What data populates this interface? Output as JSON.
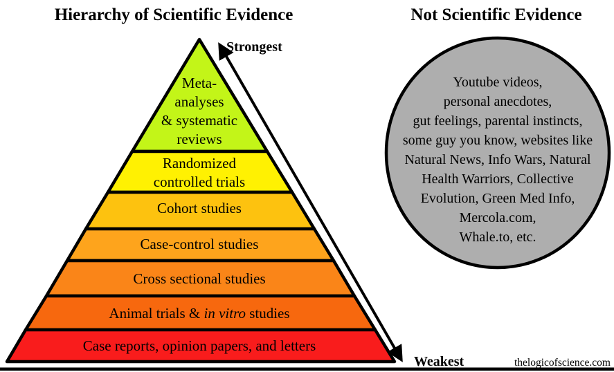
{
  "titles": {
    "left": "Hierarchy of Scientific Evidence",
    "right": "Not Scientific Evidence"
  },
  "arrow": {
    "top_label": "Strongest",
    "bottom_label": "Weakest"
  },
  "pyramid": {
    "levels": [
      {
        "name": "meta-analyses-systematic-reviews",
        "color": "#c3f518",
        "lines": [
          "Meta-",
          "analyses",
          "& systematic",
          "reviews"
        ]
      },
      {
        "name": "randomized-controlled-trials",
        "color": "#fff102",
        "lines": [
          "Randomized",
          "controlled trials"
        ]
      },
      {
        "name": "cohort-studies",
        "color": "#fdc20f",
        "lines": [
          "Cohort studies"
        ]
      },
      {
        "name": "case-control-studies",
        "color": "#fea41c",
        "lines": [
          "Case-control studies"
        ]
      },
      {
        "name": "cross-sectional-studies",
        "color": "#fa8518",
        "lines": [
          "Cross sectional studies"
        ]
      },
      {
        "name": "animal-trials-in-vitro-studies",
        "color": "#f7680e",
        "parts": {
          "prefix": "Animal trials & ",
          "italic": "in vitro",
          "suffix": " studies"
        }
      },
      {
        "name": "case-reports-opinion-papers-letters",
        "color": "#f91c1c",
        "lines": [
          "Case reports, opinion papers, and letters"
        ]
      }
    ],
    "outline_color": "#000000"
  },
  "not_scientific": {
    "circle_color": "#aeaeae",
    "border_color": "#000000",
    "lines": [
      "Youtube videos,",
      "personal anecdotes,",
      "gut feelings, parental instincts,",
      "some guy you know, websites like",
      "Natural News, Info Wars, Natural",
      "Health Warriors, Collective",
      "Evolution, Green Med Info,",
      "Mercola.com,",
      "Whale.to, etc."
    ]
  },
  "footer": {
    "site": "thelogicofscience.com"
  }
}
